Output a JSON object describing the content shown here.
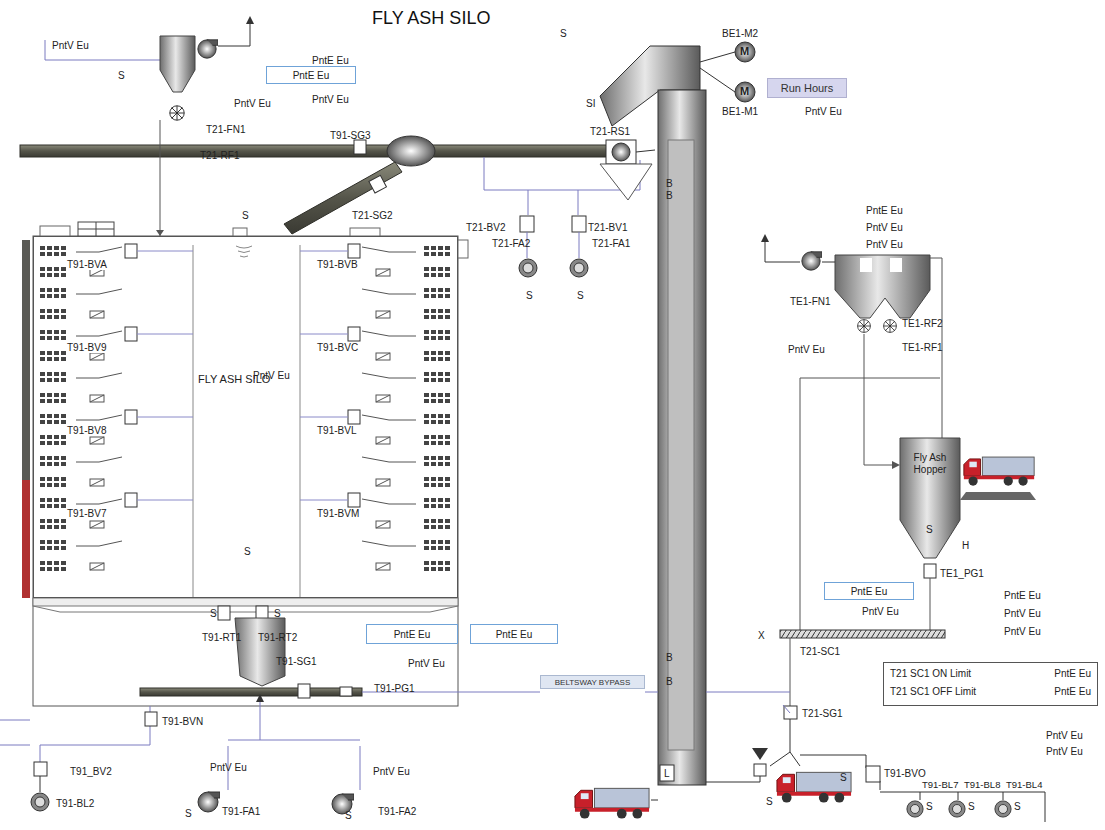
{
  "diagram": {
    "title": "FLY ASH SILO",
    "nodes": [
      {
        "text": [
          "FLY ASH SILO"
        ]
      },
      {
        "text": [
          "Run Hours"
        ]
      },
      {
        "text": [
          "PntE Eu"
        ]
      },
      {
        "text": [
          "PntE Eu"
        ]
      },
      {
        "text": [
          "PntE Eu"
        ]
      },
      {
        "text": [
          "BELTSWAY BYPASS"
        ]
      },
      {
        "text": [
          "Fly Ash Hopper"
        ]
      },
      {
        "text": [
          "PntE Eu"
        ]
      },
      {
        "text": [
          "T21 SC1 ON Limit",
          "PntE Eu",
          "T21 SC1 OFF Limit",
          "PntE Eu"
        ]
      }
    ],
    "labels": [
      "PntV Eu",
      "S",
      "T21-FN1",
      "PntV Eu",
      "T21-RF1",
      "PntE Eu",
      "PntV Eu",
      "T91-SG3",
      "T21-SG2",
      "S",
      "S",
      "SI",
      "T21-RS1",
      "BE1-M2",
      "BE1-M1",
      "M",
      "M",
      "PntV Eu",
      "T21-BV2",
      "T21-FA2",
      "T21-BV1",
      "T21-FA1",
      "S",
      "S",
      "B",
      "B",
      "T91-BVA",
      "T91-BVB",
      "T91-BV9",
      "T91-BVC",
      "T91-BV8",
      "T91-BVL",
      "T91-BV7",
      "T91-BVM",
      "PntV Eu",
      "S",
      "S",
      "S",
      "T91-RT1",
      "T91-RT2",
      "T91-SG1",
      "PntV Eu",
      "T91-PG1",
      "T91-BVN",
      "T91_BV2",
      "T91-BL2",
      "PntV Eu",
      "S",
      "T91-FA1",
      "PntV Eu",
      "S",
      "T91-FA2",
      "B",
      "B",
      "L",
      "PntE Eu",
      "PntV Eu",
      "PntV Eu",
      "TE1-FN1",
      "PntV Eu",
      "TE1-RF2",
      "TE1-RF1",
      "S",
      "H",
      "TE1_PG1",
      "PntV Eu",
      "PntE Eu",
      "PntV Eu",
      "PntV Eu",
      "X",
      "T21-SC1",
      "T21-SG1",
      "S",
      "T91-BVO",
      "PntV Eu",
      "PntV Eu",
      "S",
      "T91-BL7",
      "T91-BL8",
      "T91-BL4",
      "S",
      "S",
      "S"
    ]
  }
}
